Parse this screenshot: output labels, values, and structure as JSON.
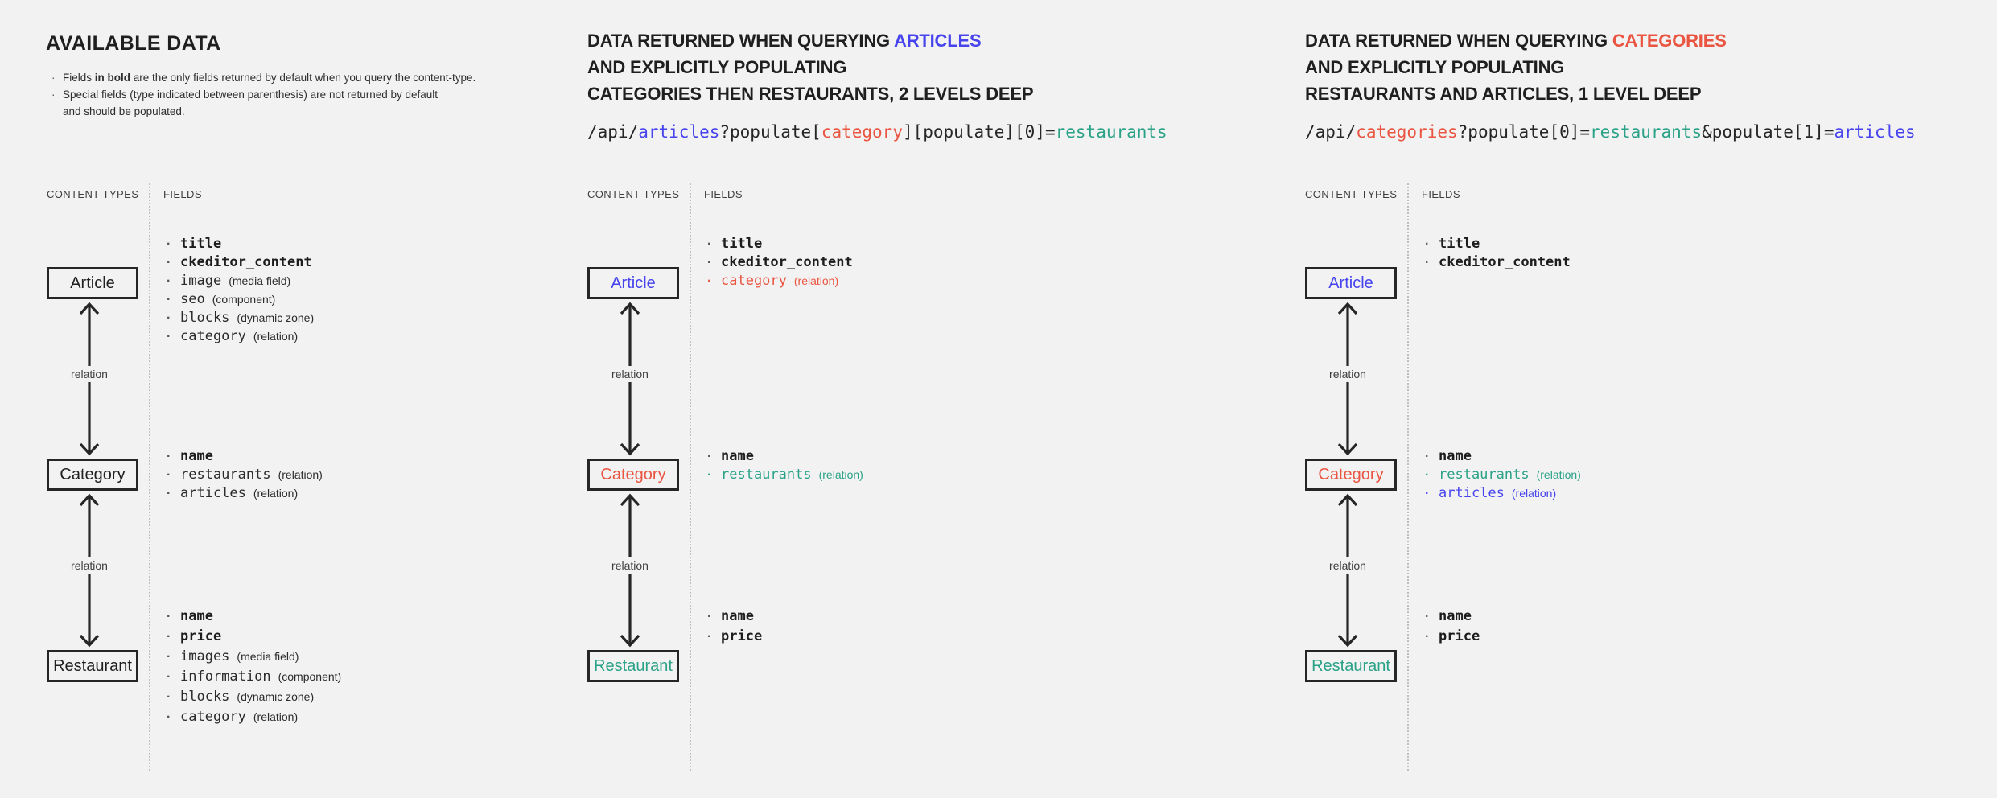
{
  "colors": {
    "bg": "#f2f2f2",
    "ink": "#1f1f1f",
    "text": "#2b2b2b",
    "muted": "#3e3e3e",
    "blue": "#4744ee",
    "red": "#ea5541",
    "teal": "#2aa287",
    "line": "#bfbfbf",
    "stroke": "#262626"
  },
  "legend": {
    "title": "AVAILABLE DATA",
    "note1_parts": [
      "Fields ",
      "in bold",
      " are the only fields returned by default when you query the content-type."
    ],
    "note2_lines": [
      "Special fields (type indicated between parenthesis) are not returned by default",
      "and should be populated."
    ]
  },
  "columns": [
    {
      "content_types_label": "CONTENT-TYPES",
      "fields_label": "FIELDS",
      "relation_label": "relation",
      "boxes": {
        "article": "Article",
        "category": "Category",
        "restaurant": "Restaurant"
      },
      "article_fields": [
        {
          "name": "title",
          "bold": true,
          "annotation": ""
        },
        {
          "name": "ckeditor_content",
          "bold": true,
          "annotation": ""
        },
        {
          "name": "image",
          "bold": false,
          "annotation": "(media field)"
        },
        {
          "name": "seo",
          "bold": false,
          "annotation": "(component)"
        },
        {
          "name": "blocks",
          "bold": false,
          "annotation": "(dynamic zone)"
        },
        {
          "name": "category",
          "bold": false,
          "annotation": "(relation)"
        }
      ],
      "category_fields": [
        {
          "name": "name",
          "bold": true,
          "annotation": ""
        },
        {
          "name": "restaurants",
          "bold": false,
          "annotation": "(relation)"
        },
        {
          "name": "articles",
          "bold": false,
          "annotation": "(relation)"
        }
      ],
      "restaurant_fields": [
        {
          "name": "name",
          "bold": true,
          "annotation": ""
        },
        {
          "name": "price",
          "bold": true,
          "annotation": ""
        },
        {
          "name": "images",
          "bold": false,
          "annotation": "(media field)"
        },
        {
          "name": "information",
          "bold": false,
          "annotation": "(component)"
        },
        {
          "name": "blocks",
          "bold": false,
          "annotation": "(dynamic zone)"
        },
        {
          "name": "category",
          "bold": false,
          "annotation": "(relation)"
        }
      ]
    },
    {
      "header": {
        "line1_plain": "DATA RETURNED WHEN QUERYING ",
        "line1_accent": "ARTICLES",
        "line2": "AND EXPLICITLY POPULATING",
        "line3": "CATEGORIES THEN RESTAURANTS, 2 LEVELS DEEP"
      },
      "url_segments": [
        {
          "text": "/api/",
          "color": "dark"
        },
        {
          "text": "articles",
          "color": "blue"
        },
        {
          "text": "?populate[",
          "color": "dark"
        },
        {
          "text": "category",
          "color": "red"
        },
        {
          "text": "][populate][0]=",
          "color": "dark"
        },
        {
          "text": "restaurants",
          "color": "teal"
        }
      ],
      "content_types_label": "CONTENT-TYPES",
      "fields_label": "FIELDS",
      "relation_label": "relation",
      "boxes": {
        "article": "Article",
        "category": "Category",
        "restaurant": "Restaurant"
      },
      "article_fields": [
        {
          "name": "title",
          "bold": true,
          "annotation": ""
        },
        {
          "name": "ckeditor_content",
          "bold": true,
          "annotation": ""
        },
        {
          "name": "category",
          "bold": false,
          "annotation": "(relation)",
          "color": "red"
        }
      ],
      "category_fields": [
        {
          "name": "name",
          "bold": true,
          "annotation": ""
        },
        {
          "name": "restaurants",
          "bold": false,
          "annotation": "(relation)",
          "color": "teal"
        }
      ],
      "restaurant_fields": [
        {
          "name": "name",
          "bold": true,
          "annotation": ""
        },
        {
          "name": "price",
          "bold": true,
          "annotation": ""
        }
      ]
    },
    {
      "header": {
        "line1_plain": "DATA RETURNED WHEN QUERYING ",
        "line1_accent": "CATEGORIES",
        "line2": "AND EXPLICITLY POPULATING",
        "line3": "RESTAURANTS AND ARTICLES, 1 LEVEL DEEP"
      },
      "url_segments": [
        {
          "text": "/api/",
          "color": "dark"
        },
        {
          "text": "categories",
          "color": "red"
        },
        {
          "text": "?populate[0]=",
          "color": "dark"
        },
        {
          "text": "restaurants",
          "color": "teal"
        },
        {
          "text": "&populate[1]=",
          "color": "dark"
        },
        {
          "text": "articles",
          "color": "blue"
        }
      ],
      "content_types_label": "CONTENT-TYPES",
      "fields_label": "FIELDS",
      "relation_label": "relation",
      "boxes": {
        "article": "Article",
        "category": "Category",
        "restaurant": "Restaurant"
      },
      "article_fields": [
        {
          "name": "title",
          "bold": true,
          "annotation": ""
        },
        {
          "name": "ckeditor_content",
          "bold": true,
          "annotation": ""
        }
      ],
      "category_fields": [
        {
          "name": "name",
          "bold": true,
          "annotation": ""
        },
        {
          "name": "restaurants",
          "bold": false,
          "annotation": "(relation)",
          "color": "teal"
        },
        {
          "name": "articles",
          "bold": false,
          "annotation": "(relation)",
          "color": "blue"
        }
      ],
      "restaurant_fields": [
        {
          "name": "name",
          "bold": true,
          "annotation": ""
        },
        {
          "name": "price",
          "bold": true,
          "annotation": ""
        }
      ]
    }
  ]
}
